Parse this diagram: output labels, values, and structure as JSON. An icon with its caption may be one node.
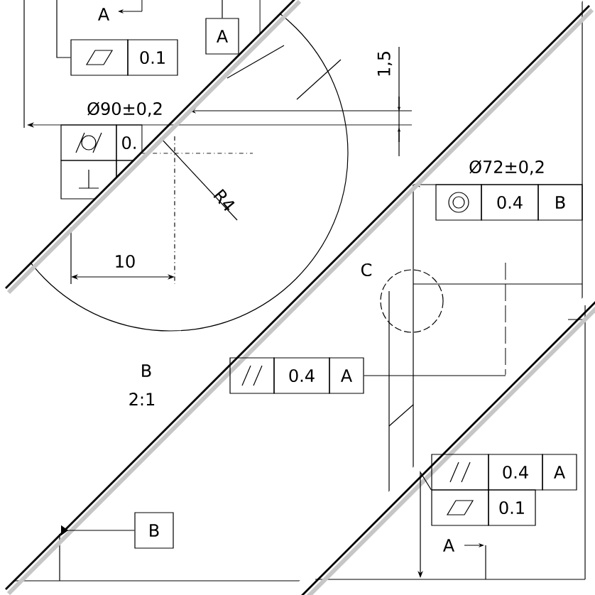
{
  "diagram": {
    "nodes": [
      {
        "text": [
          "0.1"
        ]
      },
      {
        "text": [
          "A"
        ]
      },
      {
        "text": [
          "0."
        ]
      },
      {
        "text": [
          "0.4",
          "B"
        ]
      },
      {
        "text": [
          "0.4",
          "A"
        ]
      },
      {
        "text": [
          "B"
        ]
      },
      {
        "text": [
          "0.4",
          "A",
          "0.1"
        ]
      }
    ],
    "edges": [
      {
        "from": 0,
        "to": null,
        "arrow": "none"
      },
      {
        "from": 1,
        "to": null,
        "arrow": "none"
      },
      {
        "from": 4,
        "to": null,
        "arrow": "none"
      },
      {
        "from": 5,
        "to": null,
        "arrow": "other"
      },
      {
        "from": 6,
        "to": null,
        "arrow": "to"
      }
    ],
    "labels": [
      "A",
      "Ø90±0,2",
      "1,5",
      "R4",
      "10",
      "Ø72±0,2",
      "C",
      "B",
      "2:1",
      "A"
    ]
  }
}
